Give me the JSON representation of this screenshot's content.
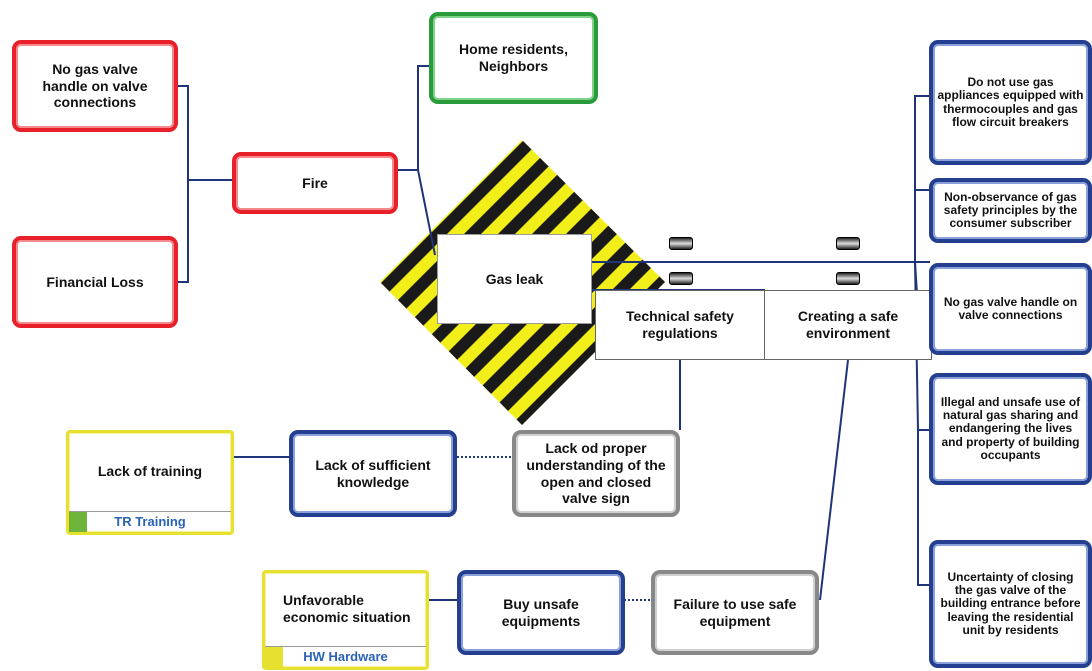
{
  "nodes": {
    "no_gas_valve_left": "No gas valve handle on valve connections",
    "fire": "Fire",
    "home_residents": "Home residents, Neighbors",
    "financial_loss": "Financial Loss",
    "gas_leak": "Gas leak",
    "technical_safety": "Technical safety regulations",
    "safe_environment": "Creating a safe environment",
    "do_not_use": "Do not use gas appliances equipped with thermocouples and gas flow circuit breakers",
    "non_observance": "Non-observance of gas safety principles by the consumer subscriber",
    "no_gas_valve_right": "No gas valve handle on valve connections",
    "illegal_use": "Illegal and unsafe use of natural gas sharing and endangering the lives and property of building occupants",
    "uncertainty": "Uncertainty of closing the gas valve of the building entrance before leaving the residential unit by residents",
    "lack_training": "Lack of training",
    "training_tag": "TR Training",
    "lack_knowledge": "Lack of sufficient knowledge",
    "lack_understanding": "Lack od proper understanding of the open and closed valve sign",
    "unfavorable": "Unfavorable economic situation",
    "hardware_tag": "HW Hardware",
    "buy_unsafe": "Buy unsafe equipments",
    "failure_safe": "Failure to use safe equipment"
  },
  "colors": {
    "red": "#e8202a",
    "green": "#2a9b3a",
    "blue": "#243f8f",
    "gray": "#888888",
    "yellow": "#e6e12e",
    "hazard_black": "#1a1a1a",
    "hazard_yellow": "#f2ee1a",
    "connector": "#1f3479"
  }
}
